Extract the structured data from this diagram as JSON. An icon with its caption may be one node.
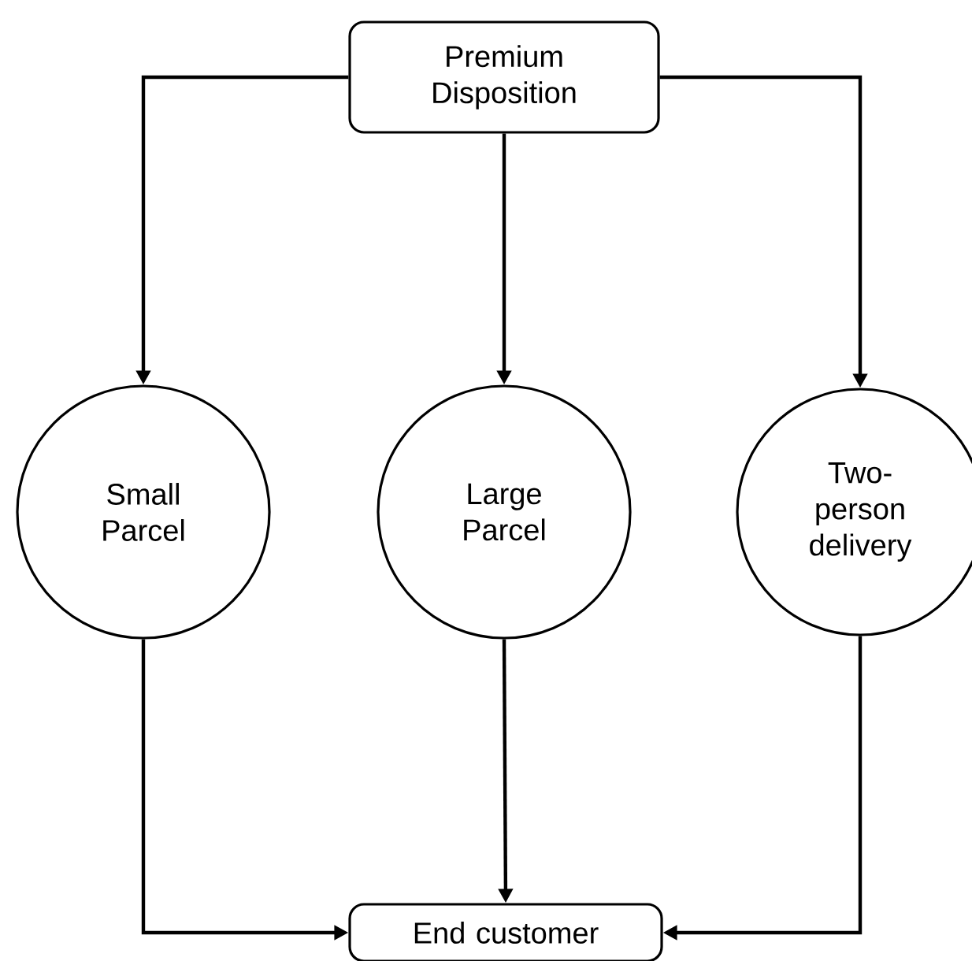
{
  "diagram": {
    "nodes": [
      {
        "text": [
          "Premium Disposition"
        ]
      },
      {
        "text": [
          "Small Parcel"
        ]
      },
      {
        "text": [
          "Large Parcel"
        ]
      },
      {
        "text": [
          "Two-person delivery"
        ]
      },
      {
        "text": [
          "End customer"
        ]
      }
    ],
    "edges": [
      {
        "from": 0,
        "to": 1,
        "arrow": "to"
      },
      {
        "from": 0,
        "to": 2,
        "arrow": "to"
      },
      {
        "from": 0,
        "to": 3,
        "arrow": "to"
      },
      {
        "from": 1,
        "to": 4,
        "arrow": "to"
      },
      {
        "from": 2,
        "to": 4,
        "arrow": "to"
      },
      {
        "from": 3,
        "to": 4,
        "arrow": "to"
      }
    ]
  }
}
